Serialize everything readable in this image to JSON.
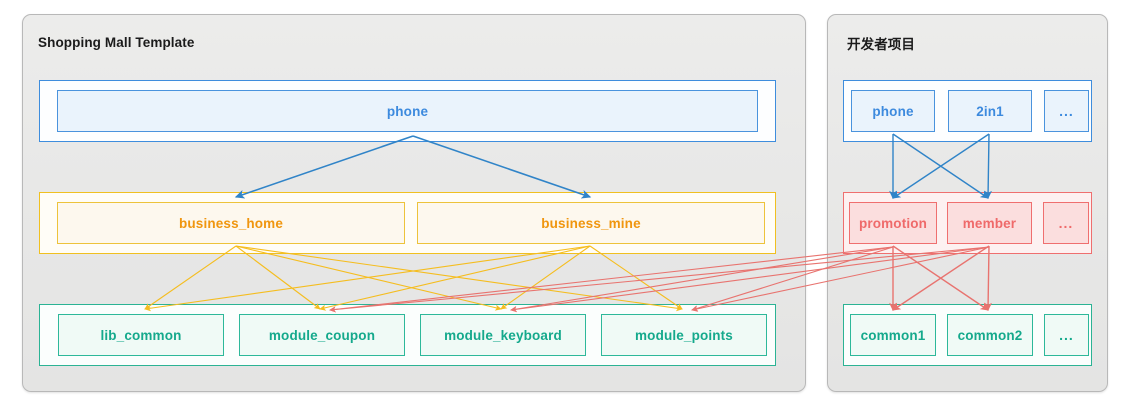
{
  "panels": [
    {
      "id": "template",
      "title": "Shopping Mall Template"
    },
    {
      "id": "developer",
      "title": "开发者项目"
    }
  ],
  "left_panel": {
    "title": "Shopping Mall Template",
    "rows": [
      {
        "id": "entry",
        "kind": "blue",
        "nodes": [
          {
            "label": "phone"
          }
        ]
      },
      {
        "id": "business",
        "kind": "yellow",
        "nodes": [
          {
            "label": "business_home"
          },
          {
            "label": "business_mine"
          }
        ]
      },
      {
        "id": "modules",
        "kind": "green",
        "nodes": [
          {
            "label": "lib_common"
          },
          {
            "label": "module_coupon"
          },
          {
            "label": "module_keyboard"
          },
          {
            "label": "module_points"
          }
        ]
      }
    ]
  },
  "right_panel": {
    "title": "开发者项目",
    "rows": [
      {
        "id": "entry",
        "kind": "blue",
        "nodes": [
          {
            "label": "phone"
          },
          {
            "label": "2in1"
          },
          {
            "label": "..."
          }
        ]
      },
      {
        "id": "feature",
        "kind": "red",
        "nodes": [
          {
            "label": "promotion"
          },
          {
            "label": "member"
          },
          {
            "label": "..."
          }
        ]
      },
      {
        "id": "common",
        "kind": "green",
        "nodes": [
          {
            "label": "common1"
          },
          {
            "label": "common2"
          },
          {
            "label": "..."
          }
        ]
      }
    ]
  },
  "colors": {
    "blue_border": "#4a93dd",
    "blue_text": "#3d8ade",
    "blue_fill": "#eaf3fc",
    "yellow_border": "#edc33b",
    "yellow_text": "#f0960f",
    "yellow_fill": "#fdf8ee",
    "green_border": "#2eb89a",
    "green_text": "#15a98c",
    "green_fill": "#f0faf6",
    "red_border": "#ef6f6f",
    "red_text": "#ef6a6a",
    "red_fill": "#fbdede",
    "panel_bg": "#e9e9e8",
    "panel_border": "#b8b8b8",
    "arrow_blue": "#3084c8",
    "arrow_yellow": "#f5bd1f",
    "arrow_red": "#e8736f"
  },
  "edges": {
    "blue_left": [
      {
        "from": "phone",
        "to": "business_home"
      },
      {
        "from": "phone",
        "to": "business_mine"
      }
    ],
    "yellow_left": [
      {
        "from": "business_home",
        "to": "lib_common"
      },
      {
        "from": "business_home",
        "to": "module_coupon"
      },
      {
        "from": "business_home",
        "to": "module_keyboard"
      },
      {
        "from": "business_home",
        "to": "module_points"
      },
      {
        "from": "business_mine",
        "to": "lib_common"
      },
      {
        "from": "business_mine",
        "to": "module_coupon"
      },
      {
        "from": "business_mine",
        "to": "module_keyboard"
      },
      {
        "from": "business_mine",
        "to": "module_points"
      }
    ],
    "blue_right": [
      {
        "from": "phone",
        "to": "promotion"
      },
      {
        "from": "phone",
        "to": "member"
      },
      {
        "from": "2in1",
        "to": "promotion"
      },
      {
        "from": "2in1",
        "to": "member"
      }
    ],
    "red_right": [
      {
        "from": "promotion",
        "to": "common1"
      },
      {
        "from": "promotion",
        "to": "common2"
      },
      {
        "from": "member",
        "to": "common1"
      },
      {
        "from": "member",
        "to": "common2"
      },
      {
        "from": "promotion",
        "to": "module_coupon"
      },
      {
        "from": "promotion",
        "to": "module_keyboard"
      },
      {
        "from": "promotion",
        "to": "module_points"
      },
      {
        "from": "member",
        "to": "module_coupon"
      },
      {
        "from": "member",
        "to": "module_keyboard"
      },
      {
        "from": "member",
        "to": "module_points"
      }
    ]
  }
}
